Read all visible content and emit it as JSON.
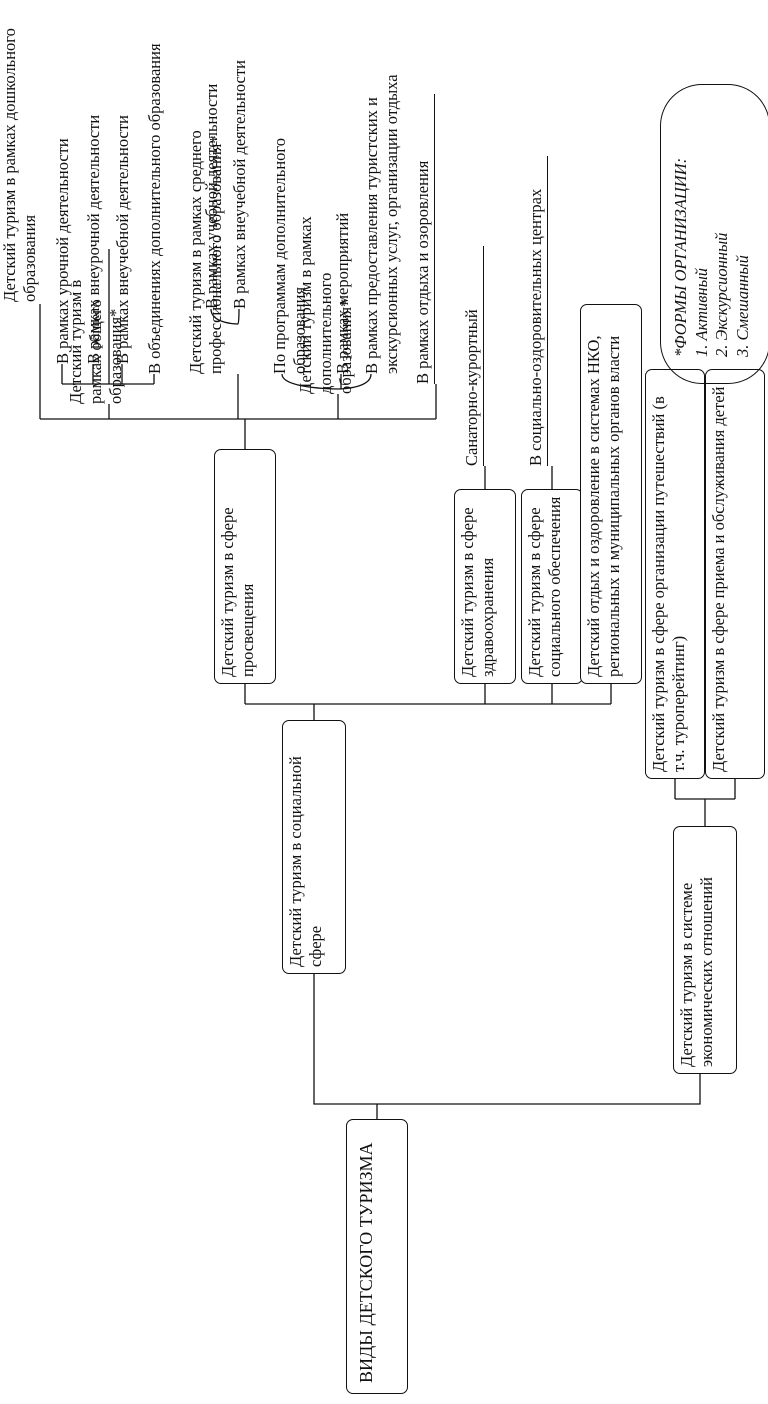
{
  "root": "ВИДЫ ДЕТСКОГО ТУРИЗМА",
  "social": {
    "label": "Детский туризм в социальной сфере",
    "education": {
      "label": "Детский туризм в сфере просвещения",
      "preschool": "Детский туризм в рамках дошкольного образования",
      "general": {
        "label": "Детский туризм в  рамках общего образования*",
        "items": [
          "В рамках урочной деятельности",
          "В рамках внеурочной деятельности",
          "В рамках внеучебной деятельности",
          "В объединениях дополнительного образования"
        ]
      },
      "vocational": {
        "label": "Детский туризм в  рамках среднего профессионального образования*",
        "items": [
          "В рамках учебной деятельности",
          "В рамках внеучебной деятельности"
        ]
      },
      "additional": {
        "label": "Детский туризм в  рамках дополнительного образования*",
        "items": [
          "По программам дополнительного образования",
          "В рамках мероприятий",
          "В рамках предоставления туристских и экскурсионных услуг, организации отдыха"
        ]
      },
      "recreation": "В рамках отдыха и озоровления"
    },
    "health": {
      "label": "Детский туризм в сфере здравоохранения",
      "item": "Санаторно-курортный"
    },
    "welfare": {
      "label": "Детский туризм в сфере социального обеспечения",
      "item": "В социально-оздоровительных центрах"
    },
    "ngo": "Детский отдых и оздоровление в системах НКО, региональных и муниципальных органов власти"
  },
  "economic": {
    "label": "Детский туризм в системе экономических отношений",
    "items": [
      "Детский туризм в сфере организации путешествий (в т.ч. туроперейтинг)",
      "Детский туризм в сфере приема и обслуживания детей"
    ]
  },
  "forms": {
    "title": "*ФОРМЫ ОРГАНИЗАЦИИ:",
    "items": [
      "1. Активный",
      "2. Экскурсионный",
      "3. Смешанный"
    ]
  }
}
